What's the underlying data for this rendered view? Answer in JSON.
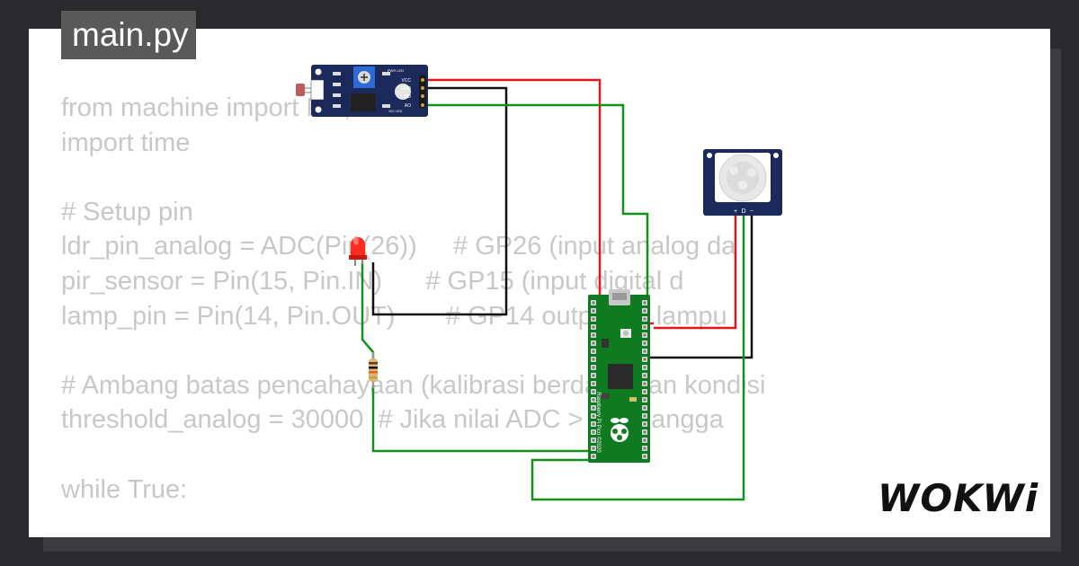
{
  "file_tab": {
    "label": "main.py"
  },
  "code_lines": [
    "from machine import Pin, ADC",
    "import time",
    "",
    "# Setup pin",
    "ldr_pin_analog = ADC(Pin(26))     # GP26 (input analog da",
    "pir_sensor = Pin(15, Pin.IN)      # GP15 (input digital d",
    "lamp_pin = Pin(14, Pin.OUT)       # GP14 output ke lampu",
    "",
    "# Ambang batas pencahayaan (kalibrasi berdasarkan kondisi",
    "threshold_analog = 30000  # Jika nilai ADC > ini, diangga",
    "",
    "while True:"
  ],
  "ldr_module": {
    "pins": [
      "VCC",
      "GND",
      "DO",
      "AO"
    ],
    "leds": [
      "PWR LED",
      "DO LED"
    ]
  },
  "pir_module": {
    "pins": [
      "+",
      "D",
      "−"
    ]
  },
  "pico_board": {
    "name": "Raspberry Pi Pico ©2020"
  },
  "logo": {
    "text": "WOKWi"
  },
  "colors": {
    "background": "#2a2a2c",
    "card": "#ffffff",
    "tab": "#595959",
    "code_text": "#c8c8c8",
    "wire_red": "#e8141b",
    "wire_black": "#111111",
    "wire_green": "#13911b",
    "pico_green": "#0f7a1f",
    "ldr_board_blue": "#1b2a5a"
  }
}
